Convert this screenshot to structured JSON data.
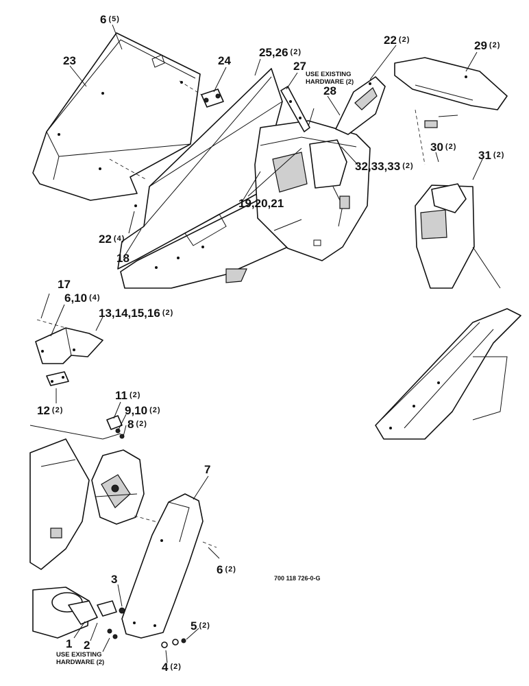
{
  "callouts": [
    {
      "id": "c6a",
      "num": "6",
      "qty": "(5)"
    },
    {
      "id": "c23",
      "num": "23",
      "qty": ""
    },
    {
      "id": "c24",
      "num": "24",
      "qty": ""
    },
    {
      "id": "c2526",
      "num": "25,26",
      "qty": "(2)"
    },
    {
      "id": "c27",
      "num": "27",
      "qty": ""
    },
    {
      "id": "c28",
      "num": "28",
      "qty": ""
    },
    {
      "id": "c22a",
      "num": "22",
      "qty": "(2)"
    },
    {
      "id": "c29",
      "num": "29",
      "qty": "(2)"
    },
    {
      "id": "c323333",
      "num": "32,33,33",
      "qty": "(2)"
    },
    {
      "id": "c30",
      "num": "30",
      "qty": "(2)"
    },
    {
      "id": "c31",
      "num": "31",
      "qty": "(2)"
    },
    {
      "id": "c192021",
      "num": "19,20,21",
      "qty": ""
    },
    {
      "id": "c22b",
      "num": "22",
      "qty": "(4)"
    },
    {
      "id": "c18",
      "num": "18",
      "qty": ""
    },
    {
      "id": "c17",
      "num": "17",
      "qty": ""
    },
    {
      "id": "c610",
      "num": "6,10",
      "qty": "(4)"
    },
    {
      "id": "c13",
      "num": "13,14,15,16",
      "qty": "(2)"
    },
    {
      "id": "c12",
      "num": "12",
      "qty": "(2)"
    },
    {
      "id": "c11",
      "num": "11",
      "qty": "(2)"
    },
    {
      "id": "c910",
      "num": "9,10",
      "qty": "(2)"
    },
    {
      "id": "c8",
      "num": "8",
      "qty": "(2)"
    },
    {
      "id": "c7",
      "num": "7",
      "qty": ""
    },
    {
      "id": "c6b",
      "num": "6",
      "qty": "(2)"
    },
    {
      "id": "c3",
      "num": "3",
      "qty": ""
    },
    {
      "id": "c5",
      "num": "5",
      "qty": "(2)"
    },
    {
      "id": "c1",
      "num": "1",
      "qty": ""
    },
    {
      "id": "c2",
      "num": "2",
      "qty": ""
    },
    {
      "id": "c4",
      "num": "4",
      "qty": "(2)"
    }
  ],
  "notes": {
    "top": [
      "USE EXISTING",
      "HARDWARE (2)"
    ],
    "bottom": [
      "USE EXISTING",
      "HARDWARE (2)"
    ]
  },
  "drawing_number": "700 118 726-0-G"
}
